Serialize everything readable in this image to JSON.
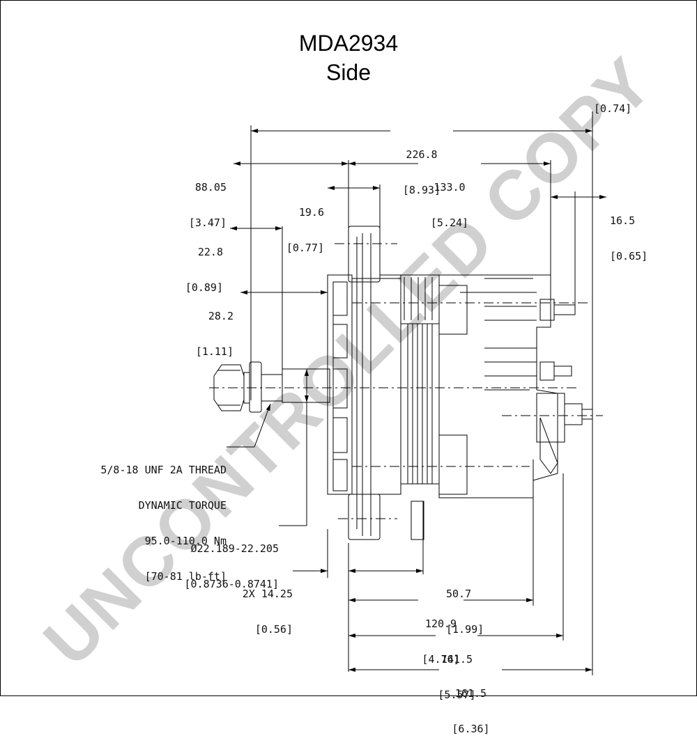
{
  "title": {
    "line1": "MDA2934",
    "line2": "Side"
  },
  "watermark": "UNCONTROLLED COPY",
  "dimensions": {
    "d_top_bracket": "[0.74]",
    "d_226": {
      "mm": "226.8",
      "in": "[8.93]"
    },
    "d_88": {
      "mm": "88.05",
      "in": "[3.47]"
    },
    "d_133": {
      "mm": "133.0",
      "in": "[5.24]"
    },
    "d_19": {
      "mm": "19.6",
      "in": "[0.77]"
    },
    "d_165": {
      "mm": "16.5",
      "in": "[0.65]"
    },
    "d_228": {
      "mm": "22.8",
      "in": "[0.89]"
    },
    "d_282": {
      "mm": "28.2",
      "in": "[1.11]"
    },
    "thread": {
      "line1": "5/8-18 UNF 2A THREAD",
      "line2": "DYNAMIC TORQUE",
      "line3": "95.0-110.0 Nm",
      "line4": "[70-81 lb-ft]"
    },
    "d_shaft": {
      "mm": "Ø22.189-22.205",
      "in": "[0.8736-0.8741]"
    },
    "d_1425": {
      "mm": "2X 14.25",
      "in": "[0.56]"
    },
    "d_507": {
      "mm": "50.7",
      "in": "[1.99]"
    },
    "d_1209": {
      "mm": "120.9",
      "in": "[4.76]"
    },
    "d_1415": {
      "mm": "141.5",
      "in": "[5.57]"
    },
    "d_1615": {
      "mm": "161.5",
      "in": "[6.36]"
    }
  }
}
